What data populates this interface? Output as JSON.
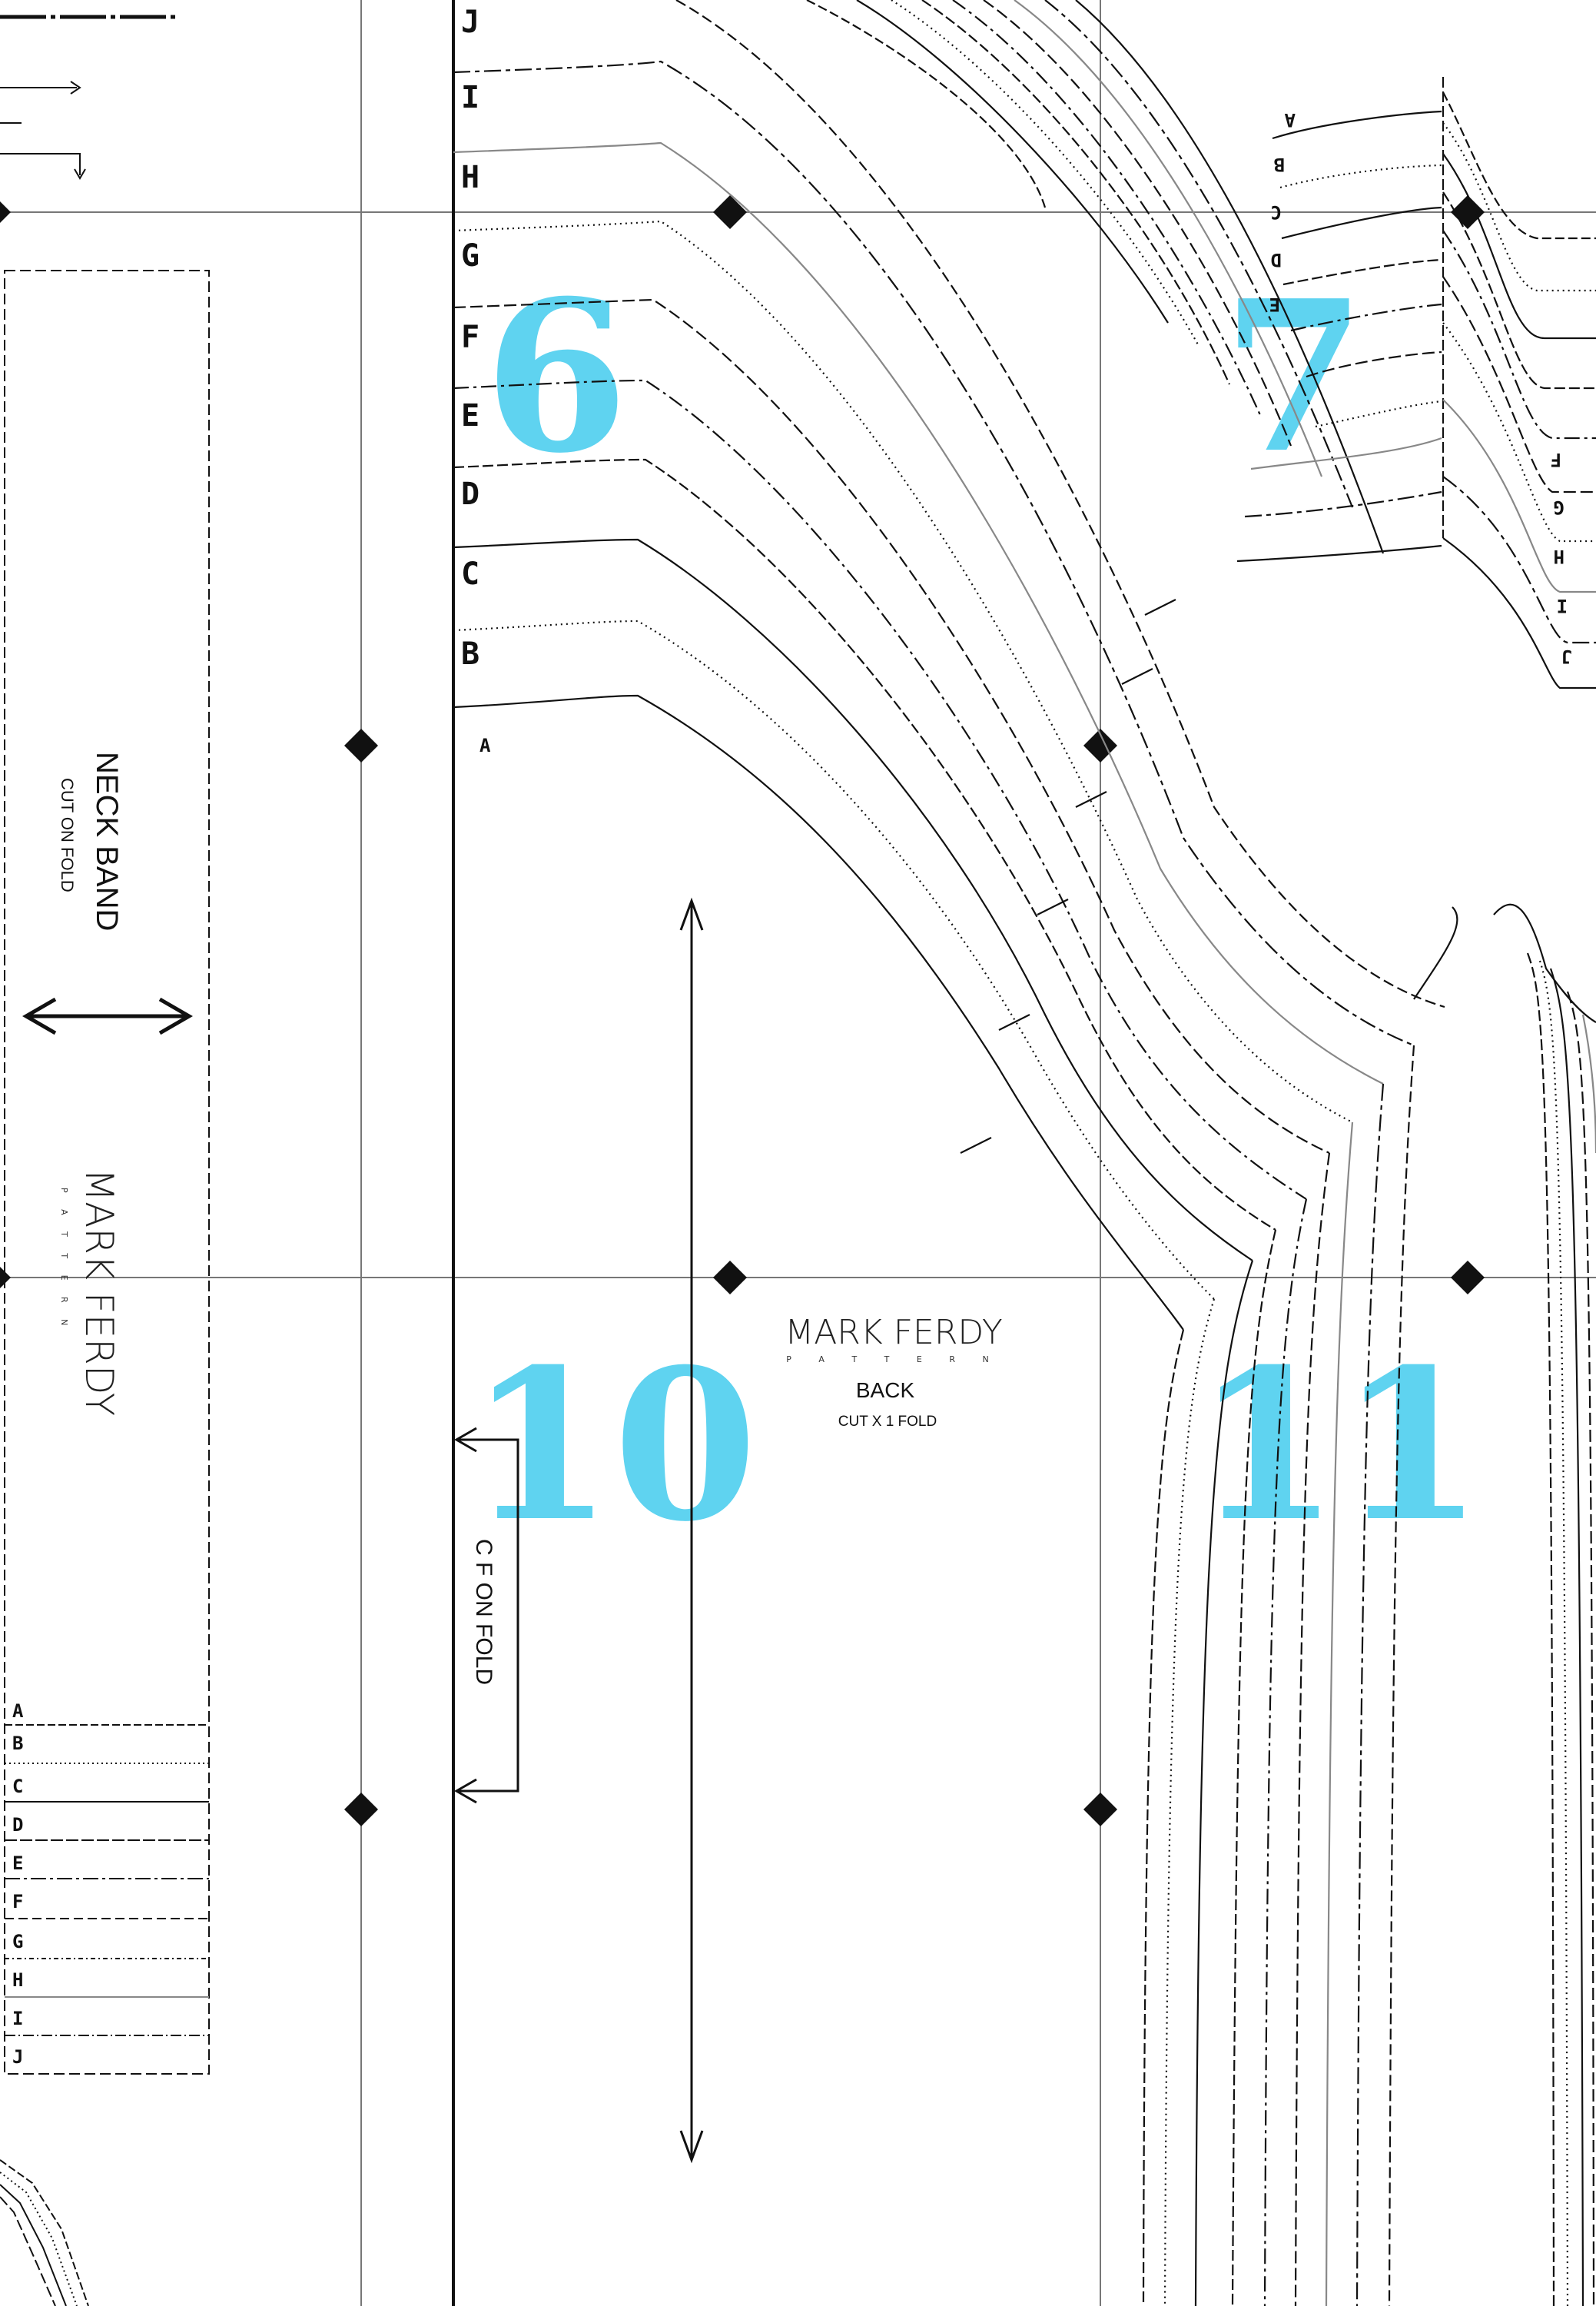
{
  "back_piece": {
    "size_labels": [
      "A",
      "B",
      "C",
      "D",
      "E",
      "F",
      "G",
      "H",
      "I",
      "J"
    ],
    "brand": "MARK FERDY",
    "brand_sub": "P A T T E R N",
    "piece_name": "BACK",
    "cut_instruction": "CUT X 1 FOLD",
    "fold_label": "C F ON FOLD"
  },
  "front_piece": {
    "size_labels": [
      "A",
      "B",
      "C",
      "D",
      "E",
      "F",
      "G",
      "H",
      "I",
      "J"
    ]
  },
  "neck_band": {
    "title": "NECK BAND",
    "cut_instruction": "CUT ON FOLD",
    "brand": "MARK FERDY",
    "brand_sub": "P A T T E R N",
    "size_labels": [
      "A",
      "B",
      "C",
      "D",
      "E",
      "F",
      "G",
      "H",
      "I",
      "J"
    ]
  },
  "page_numbers": [
    "6",
    "7",
    "10",
    "11"
  ],
  "colors": {
    "line": "#1a1a1a",
    "page_number": "#5fd3f0",
    "grid": "#777777"
  }
}
